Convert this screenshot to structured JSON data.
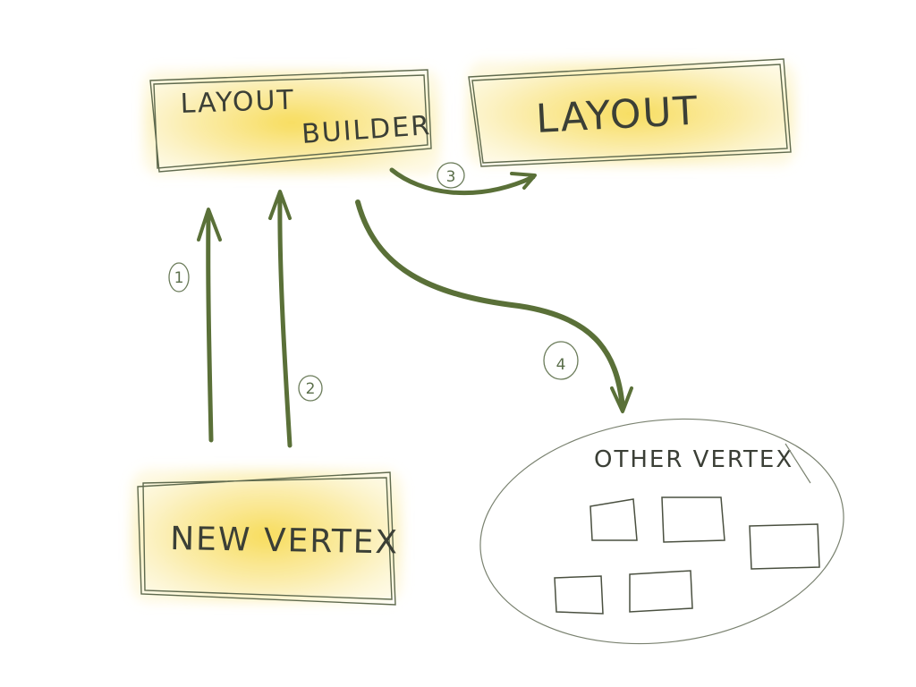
{
  "nodes": {
    "layout_builder": {
      "line1": "LAYOUT",
      "line2": "BUILDER"
    },
    "layout": {
      "label": "LAYOUT"
    },
    "new_vertex": {
      "label": "NEW VERTEX"
    },
    "other_vertex": {
      "label": "OTHER VERTEX"
    }
  },
  "steps": {
    "one": "1",
    "two": "2",
    "three": "3",
    "four": "4"
  },
  "colors": {
    "highlight": "#f5d64a",
    "arrow": "#5a7038",
    "ink": "#3b3f36"
  }
}
